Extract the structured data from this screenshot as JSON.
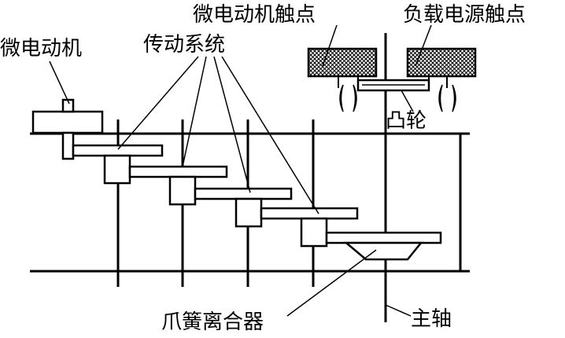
{
  "labels": {
    "micro_motor": "微电动机",
    "transmission": "传动系统",
    "motor_contact": "微电动机触点",
    "load_contact": "负载电源触点",
    "cam": "凸轮",
    "claw_clutch": "爪簧离合器",
    "main_shaft": "主轴"
  }
}
